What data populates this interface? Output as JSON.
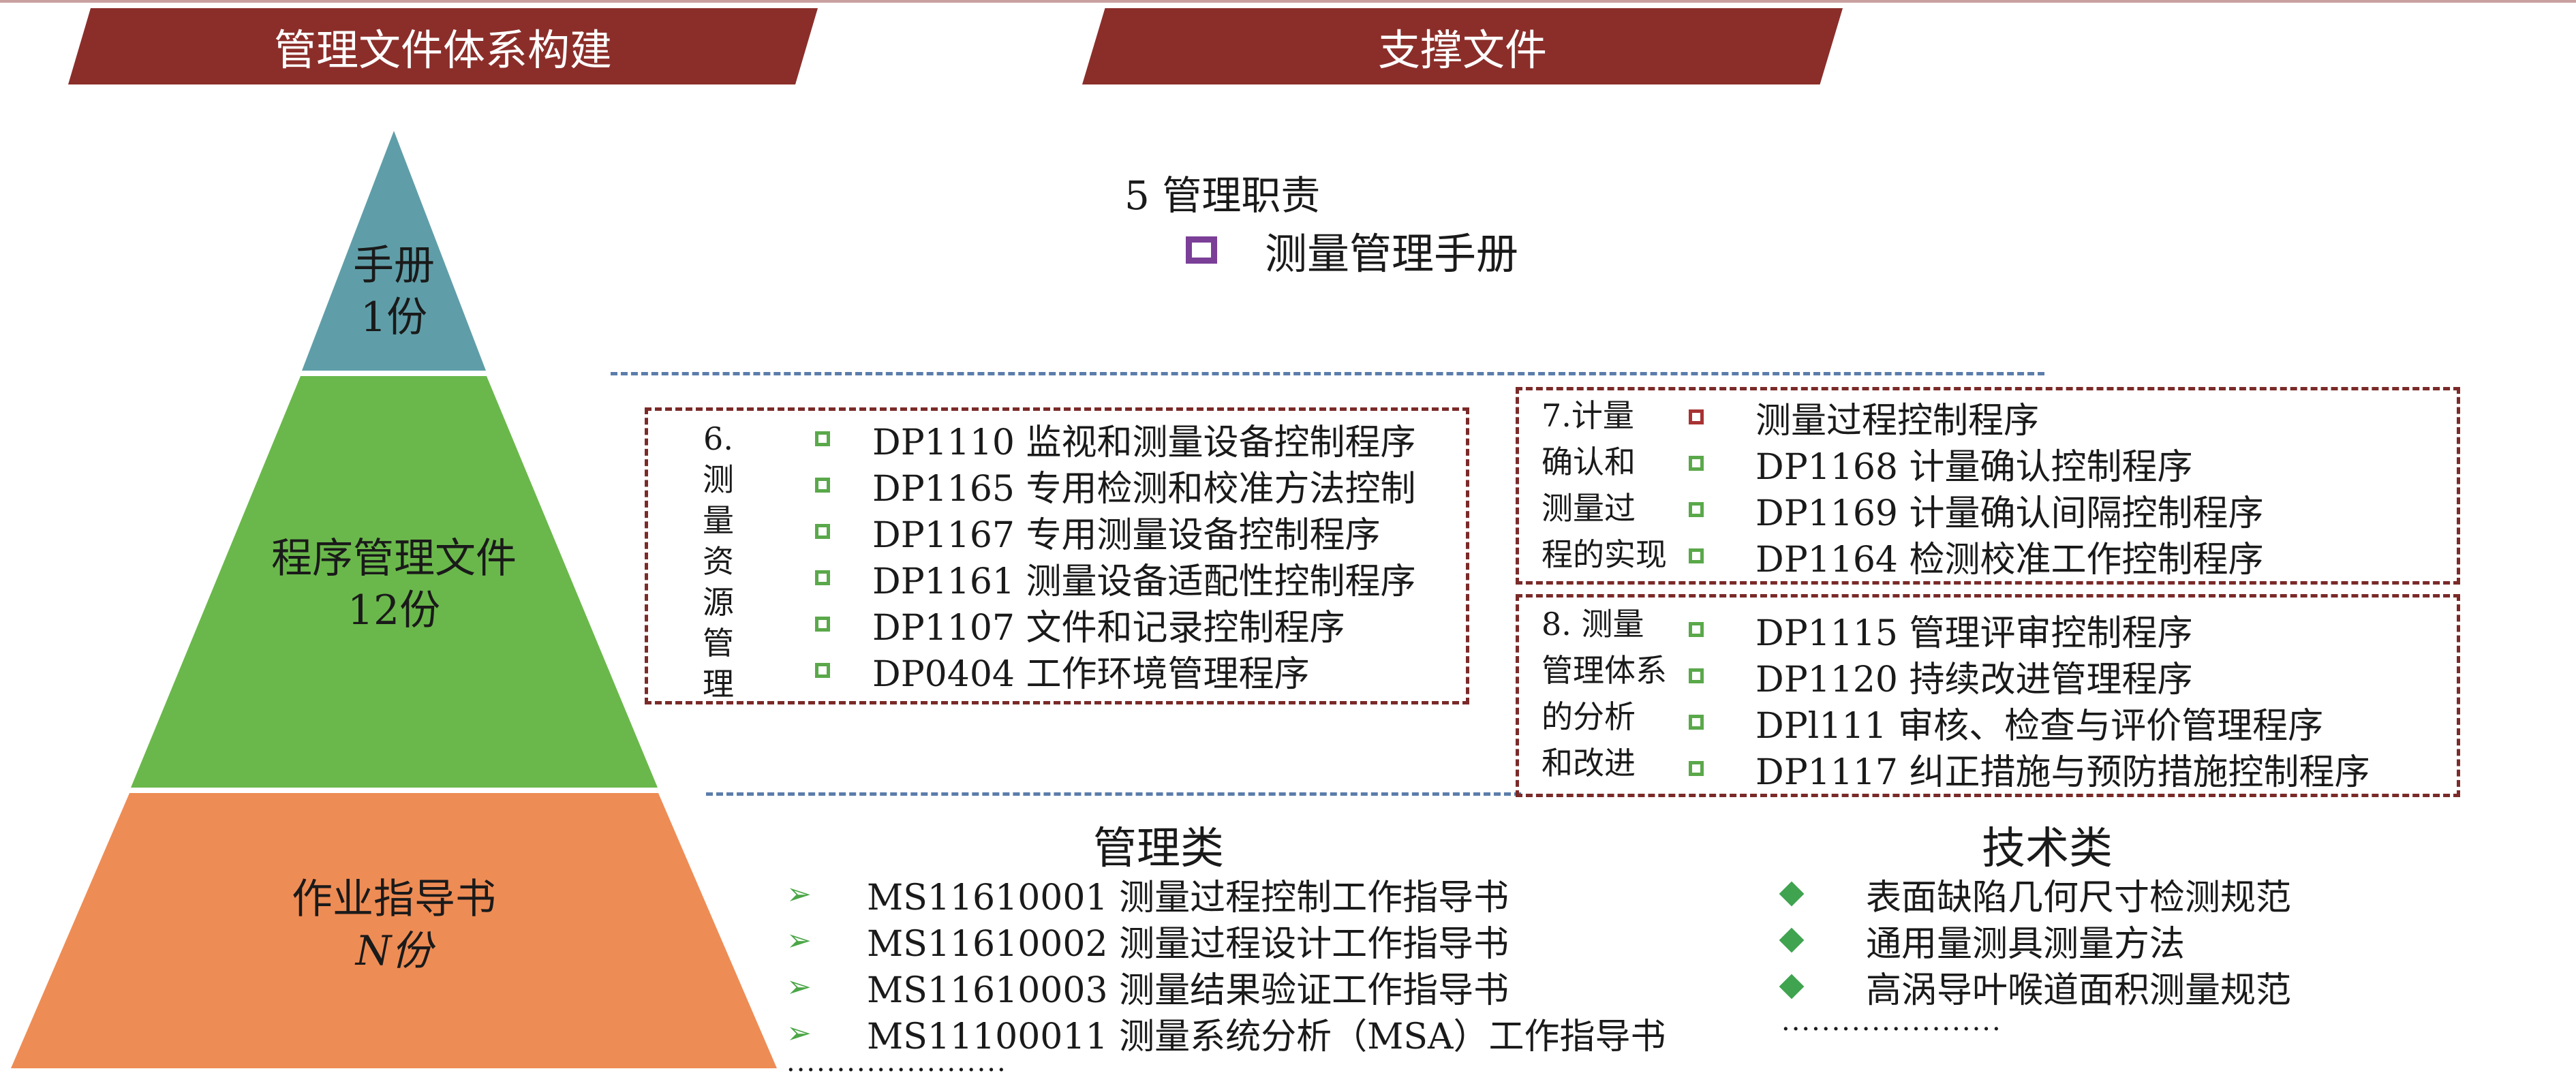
{
  "banners": {
    "left": "管理文件体系构建",
    "right": "支撑文件"
  },
  "pyramid": {
    "top": {
      "line1": "手册",
      "line2": "1份",
      "color": "#5f9ea8"
    },
    "middle": {
      "line1": "程序管理文件",
      "line2": "12份",
      "color": "#6ab84b"
    },
    "bottom": {
      "line1": "作业指导书",
      "line2": "N份",
      "color": "#ee8c55"
    }
  },
  "manual": {
    "heading": "5 管理职责",
    "item": "测量管理手册"
  },
  "section6": {
    "label": [
      "6.",
      "测",
      "量",
      "资",
      "源",
      "管",
      "理"
    ],
    "items": [
      "DP1110 监视和测量设备控制程序",
      "DP1165 专用检测和校准方法控制",
      "DP1167 专用测量设备控制程序",
      "DP1161 测量设备适配性控制程序",
      "DP1107 文件和记录控制程序",
      "DP0404 工作环境管理程序"
    ]
  },
  "section7": {
    "label": [
      "7.计量",
      "确认和",
      "测量过",
      "程的实现"
    ],
    "items": [
      "测量过程控制程序",
      "DP1168 计量确认控制程序",
      "DP1169 计量确认间隔控制程序",
      "DP1164 检测校准工作控制程序"
    ]
  },
  "section8": {
    "label": [
      "8. 测量",
      "管理体系",
      "的分析",
      "和改进"
    ],
    "items": [
      "DP1115 管理评审控制程序",
      "DP1120 持续改进管理程序",
      "DPl111 审核、检查与评价管理程序",
      "DP1117 纠正措施与预防措施控制程序"
    ]
  },
  "management": {
    "title": "管理类",
    "items": [
      "MS11610001 测量过程控制工作指导书",
      "MS11610002 测量过程设计工作指导书",
      "MS11610003 测量结果验证工作指导书",
      "MS11100011 测量系统分析（MSA）工作指导书"
    ],
    "more": "······················"
  },
  "technical": {
    "title": "技术类",
    "items": [
      "表面缺陷几何尺寸检测规范",
      "通用量测具测量方法",
      "高涡导叶喉道面积测量规范"
    ],
    "more": "······················"
  },
  "colors": {
    "banner": "#8b2e2a",
    "dash_box": "#7a2a28",
    "dash_line": "#5b7dab",
    "bullet_green": "#5aa84a",
    "bullet_red": "#a83232",
    "bullet_purple": "#7b3f98"
  }
}
